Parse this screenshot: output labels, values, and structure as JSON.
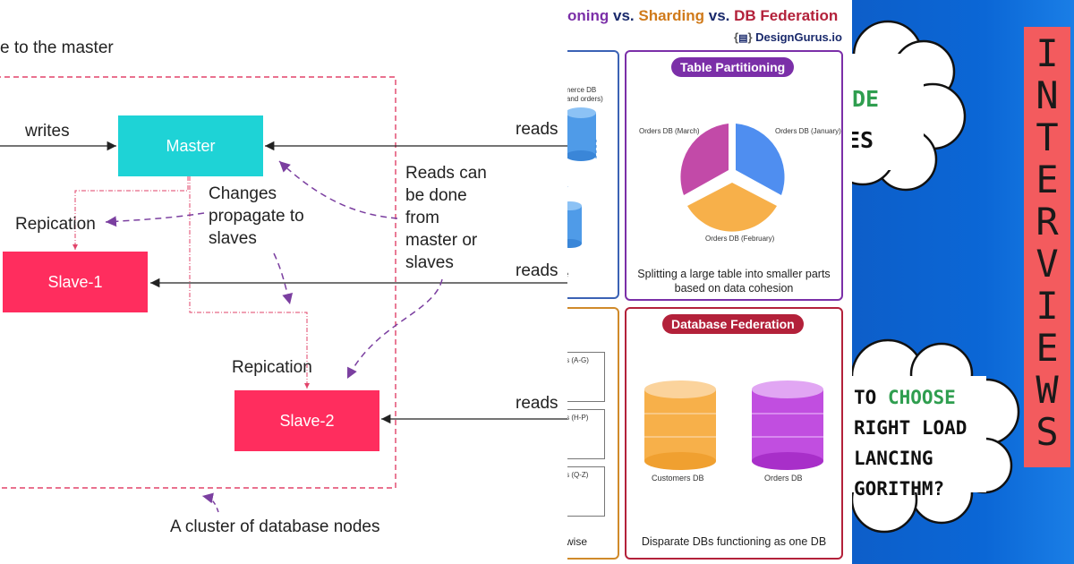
{
  "left": {
    "top_fragment": "e to the master",
    "writes": "writes",
    "reads": [
      "reads",
      "reads",
      "reads"
    ],
    "master": "Master",
    "slave1": "Slave-1",
    "slave2": "Slave-2",
    "changes": [
      "Changes",
      "propagate to",
      "slaves"
    ],
    "reads_can": [
      "Reads can",
      "be done",
      "from",
      "master or",
      "slaves"
    ],
    "repication1": "Repication",
    "repication2": "Repication",
    "cluster": "A cluster of database nodes",
    "colors": {
      "master": "#1ed3d6",
      "slave": "#ff2d5e",
      "dash": "#7b3fa0",
      "cluster": "#e2436a"
    }
  },
  "mid": {
    "title_part1": "oning",
    "title_vs1": " vs. ",
    "title_part2": "Sharding",
    "title_vs2": " vs. ",
    "title_part3": "DB Federation",
    "brand": "DesignGurus.io",
    "table_partitioning": {
      "badge": "Table Partitioning",
      "slices": [
        "Orders DB (March)",
        "Orders DB (January)",
        "Orders DB (February)"
      ],
      "caption": "Splitting a large table into smaller parts based on data cohesion"
    },
    "database_federation": {
      "badge": "Database Federation",
      "dbs": [
        "Customers DB",
        "Orders DB"
      ],
      "caption": "Disparate DBs functioning as one DB"
    },
    "left_cards": {
      "ecommerce": [
        "mmerce DB",
        "rs and orders)"
      ],
      "fragments_top": [
        "ne",
        "s."
      ],
      "shards": [
        "ers (A-G)",
        "ers (H-P)",
        "ers (Q-Z)"
      ],
      "fragment_bottom": "wise"
    }
  },
  "right": {
    "vertical": "INTERVIEWS",
    "cloud1": [
      "DE",
      "ES"
    ],
    "cloud2": [
      [
        "TO ",
        "CHOOSE"
      ],
      [
        "RIGHT LOAD"
      ],
      [
        "LANCING"
      ],
      [
        "GORITHM?"
      ]
    ]
  }
}
